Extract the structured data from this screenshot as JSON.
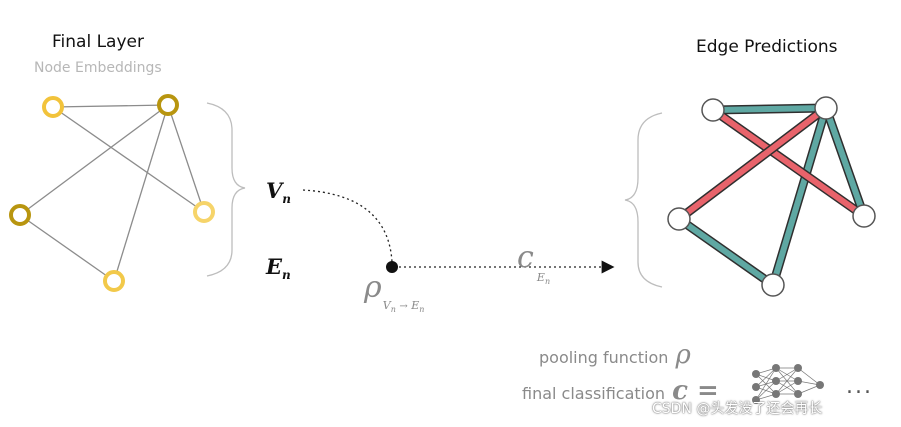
{
  "left_panel": {
    "title": "Final Layer",
    "subtitle": "Node Embeddings"
  },
  "right_panel": {
    "title": "Edge Predictions"
  },
  "symbols": {
    "v_main": "V",
    "v_sub": "n",
    "e_main": "E",
    "e_sub": "n",
    "rho": "ρ",
    "rho_sub_v": "V",
    "rho_sub_vn": "n",
    "rho_arrow": "→",
    "rho_sub_e": "E",
    "rho_sub_en": "n",
    "c": "c",
    "c_sub_e": "E",
    "c_sub_en": "n"
  },
  "legend": {
    "pooling_label": "pooling function",
    "pooling_symbol": "ρ",
    "classification_label": "final classification",
    "classification_symbol": "c =",
    "ellipsis": "..."
  },
  "watermark": "CSDN @头发没了还会再长",
  "colors": {
    "node_gold_dark": "#c9a21a",
    "node_gold_light": "#f5c842",
    "edge_gray": "#8c8c8c",
    "edge_red": "#e8636b",
    "edge_teal": "#5fa8a3"
  }
}
